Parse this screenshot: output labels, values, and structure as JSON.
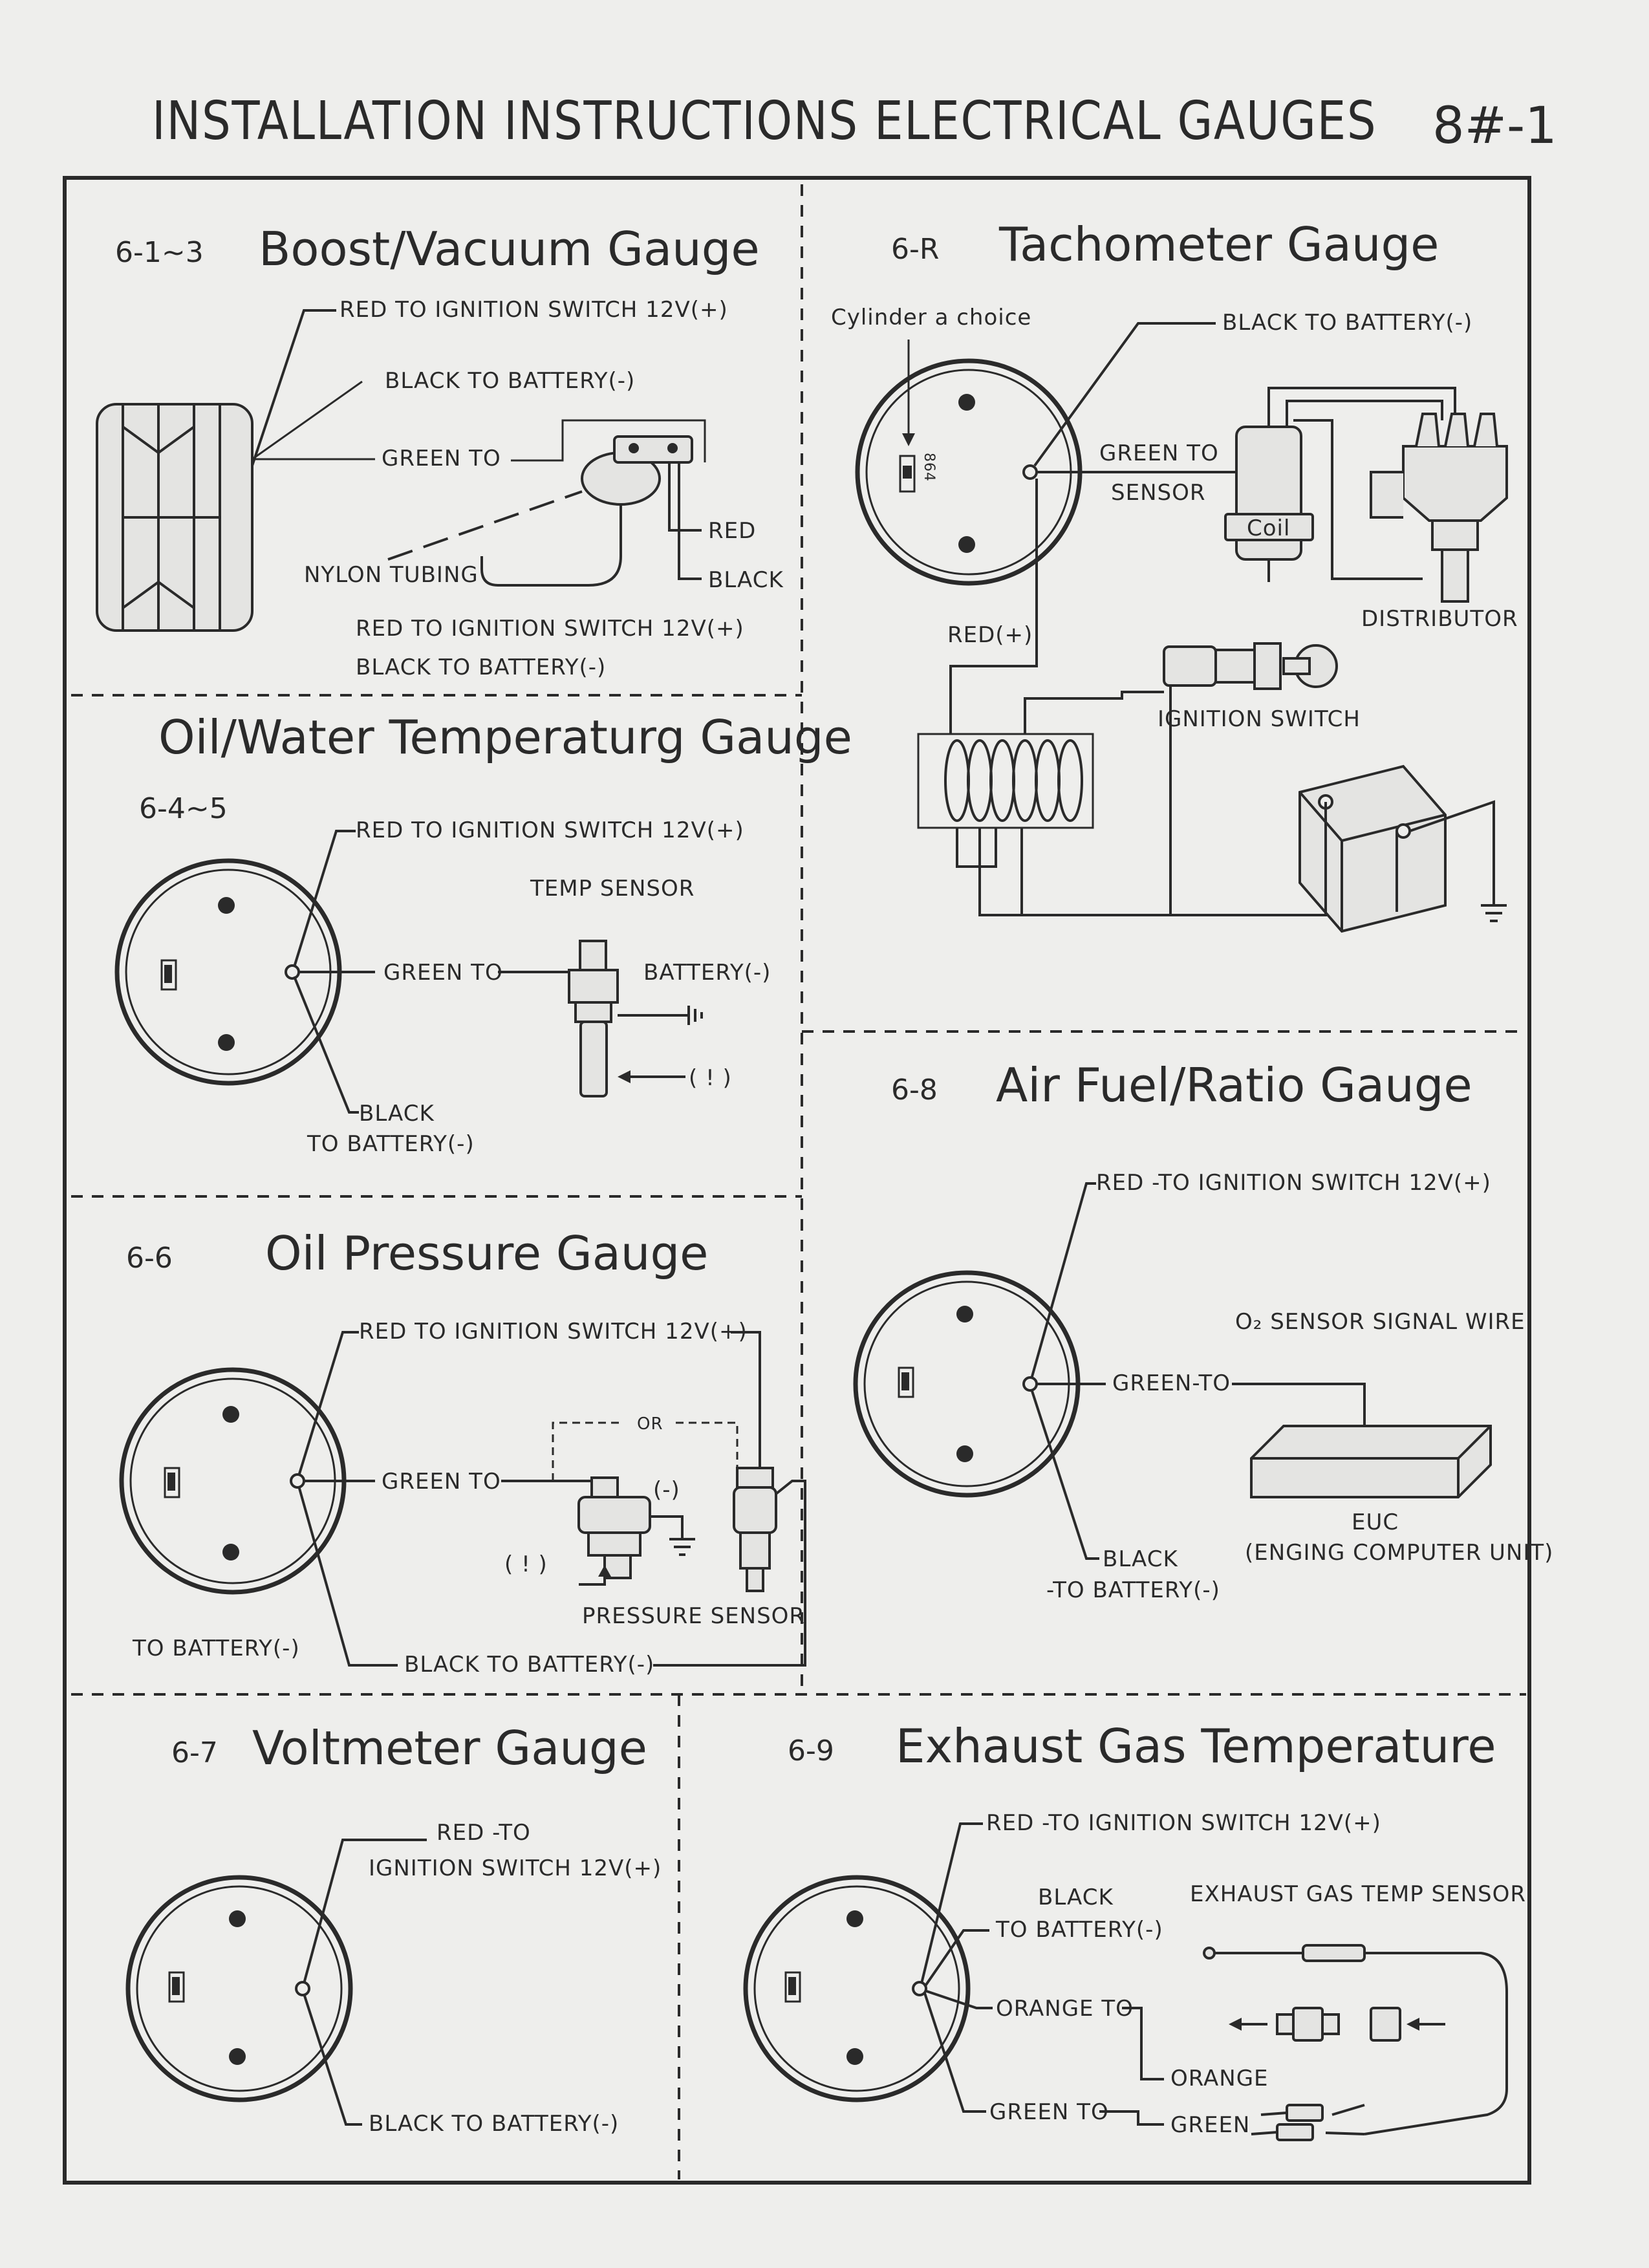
{
  "page": {
    "title": "INSTALLATION INSTRUCTIONS ELECTRICAL GAUGES",
    "code": "8#-1"
  },
  "sections": {
    "boost": {
      "number": "6-1~3",
      "title": "Boost/Vacuum Gauge",
      "red": "RED   TO IGNITION SWITCH 12V(+)",
      "black": "BLACK   TO BATTERY(-)",
      "green": "GREEN TO",
      "nylon": "NYLON TUBING",
      "sensor_red": "RED",
      "sensor_black": "BLACK",
      "bottom_red": "RED   TO IGNITION SWITCH 12V(+)",
      "bottom_black": "BLACK   TO BATTERY(-)"
    },
    "tach": {
      "number": "6-R",
      "title": "Tachometer Gauge",
      "cylinder": "Cylinder a choice",
      "black": "BLACK  TO BATTERY(-)",
      "green_1": "GREEN TO",
      "green_2": "SENSOR",
      "coil": "Coil",
      "distributor": "DISTRIBUTOR",
      "red": "RED(+)",
      "ignition": "IGNITION SWITCH",
      "cyl_digits": "864"
    },
    "temp": {
      "number": "6-4~5",
      "title": "Oil/Water Temperaturg Gauge",
      "red": "RED TO IGNITION SWITCH 12V(+)",
      "temp_sensor": "TEMP SENSOR",
      "green": "GREEN TO",
      "battery": "BATTERY(-)",
      "caution": "( ! )",
      "black_1": "BLACK",
      "black_2": "TO BATTERY(-)"
    },
    "afr": {
      "number": "6-8",
      "title": "Air Fuel/Ratio Gauge",
      "red": "RED -TO IGNITION SWITCH 12V(+)",
      "o2": "O₂  SENSOR SIGNAL WIRE",
      "green": "GREEN-TO",
      "euc": "EUC",
      "euc_full": "(ENGING COMPUTER UNIT)",
      "black_1": "BLACK",
      "black_2": "-TO BATTERY(-)"
    },
    "oilp": {
      "number": "6-6",
      "title": "Oil Pressure Gauge",
      "red": "RED TO IGNITION SWITCH 12V(+)",
      "or": "OR",
      "green": "GREEN TO",
      "minus": "(-)",
      "caution": "( ! )",
      "pressure_sensor": "PRESSURE SENSOR",
      "to_battery": "TO BATTERY(-)",
      "black": "BLACK TO BATTERY(-)"
    },
    "volt": {
      "number": "6-7",
      "title": "Voltmeter Gauge",
      "red_1": "RED -TO",
      "red_2": "IGNITION SWITCH 12V(+)",
      "black": "BLACK  TO BATTERY(-)"
    },
    "egt": {
      "number": "6-9",
      "title": "Exhaust Gas Temperature",
      "red": "RED -TO IGNITION SWITCH 12V(+)",
      "black_1": "BLACK",
      "black_2": "TO BATTERY(-)",
      "sensor": "EXHAUST GAS TEMP SENSOR",
      "orange": "ORANGE TO",
      "orange_lead": "ORANGE",
      "green": "GREEN TO",
      "green_lead": "GREEN"
    }
  }
}
